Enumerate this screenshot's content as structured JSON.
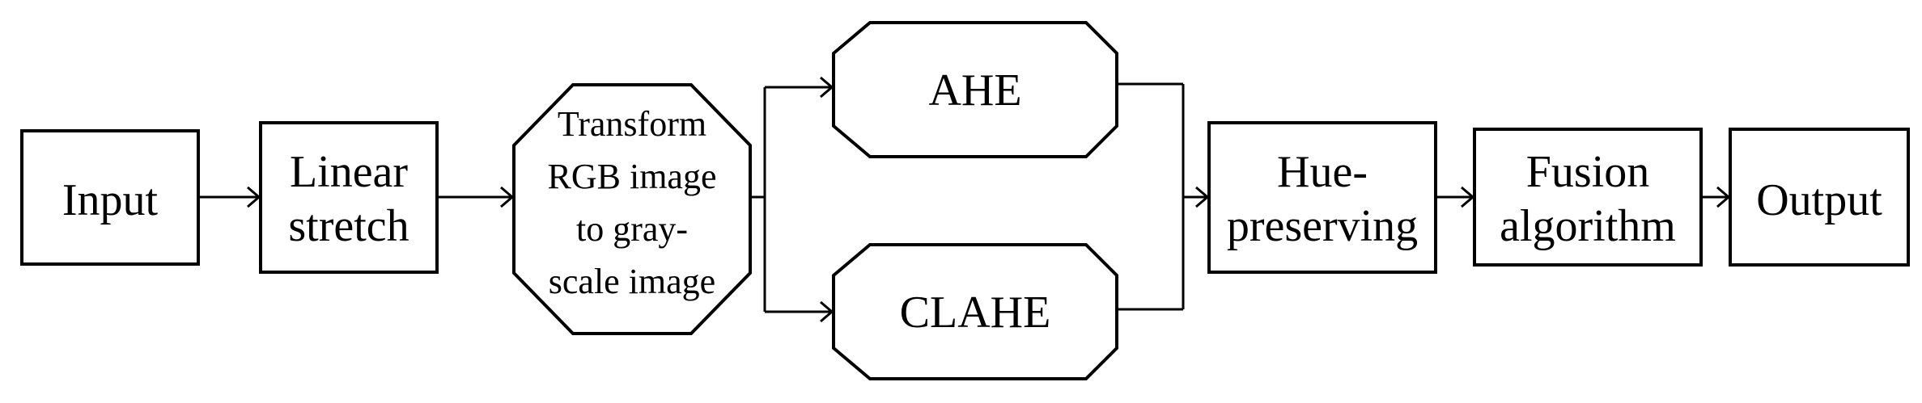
{
  "nodes": {
    "input": {
      "lines": [
        "Input"
      ]
    },
    "linear_stretch": {
      "lines": [
        "Linear",
        "stretch"
      ]
    },
    "transform": {
      "lines": [
        "Transform",
        "RGB image",
        "to gray-",
        "scale image"
      ]
    },
    "ahe": {
      "lines": [
        "AHE"
      ]
    },
    "clahe": {
      "lines": [
        "CLAHE"
      ]
    },
    "hue_preserving": {
      "lines": [
        "Hue-",
        "preserving"
      ]
    },
    "fusion": {
      "lines": [
        "Fusion",
        "algorithm"
      ]
    },
    "output": {
      "lines": [
        "Output"
      ]
    }
  }
}
